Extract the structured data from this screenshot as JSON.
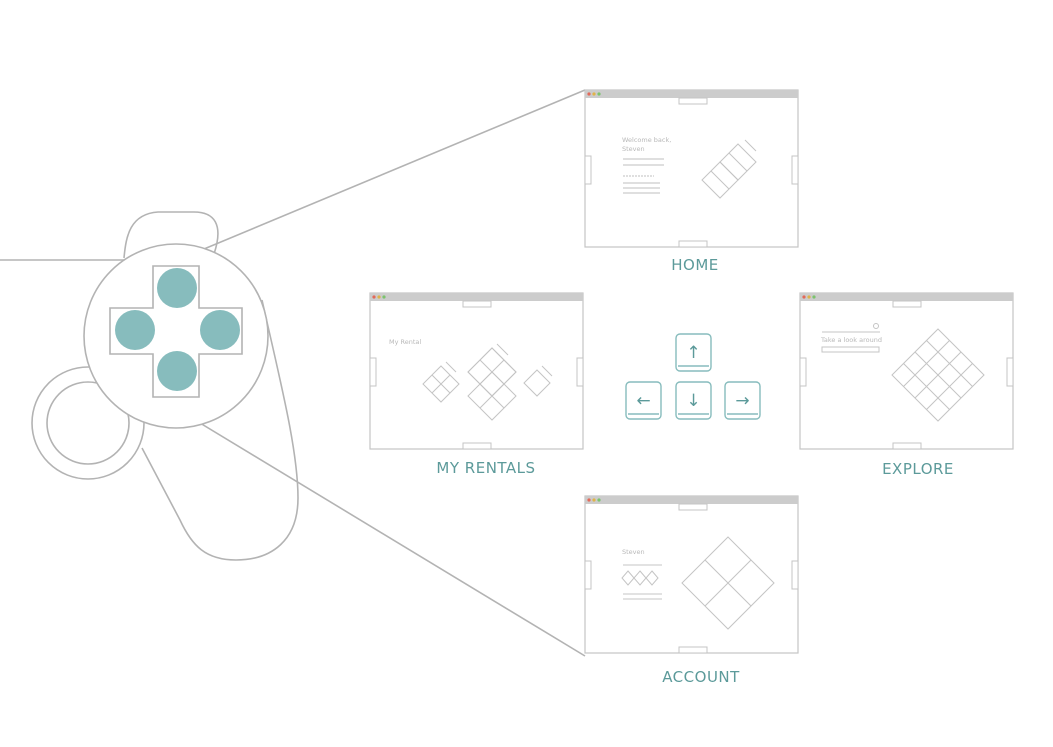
{
  "screens": {
    "home": {
      "label": "HOME",
      "greeting": "Welcome back, Steven"
    },
    "rentals": {
      "label": "MY RENTALS",
      "heading": "My Rental"
    },
    "explore": {
      "label": "EXPLORE",
      "prompt": "Take a look around"
    },
    "account": {
      "label": "ACCOUNT",
      "name": "Steven"
    }
  },
  "keys": {
    "up": "↑",
    "down": "↓",
    "left": "←",
    "right": "→"
  },
  "colors": {
    "accent": "#87bcbd",
    "accent_text": "#5c9a9a",
    "line": "#b3b3b3",
    "titlebar": "#cccccc"
  }
}
